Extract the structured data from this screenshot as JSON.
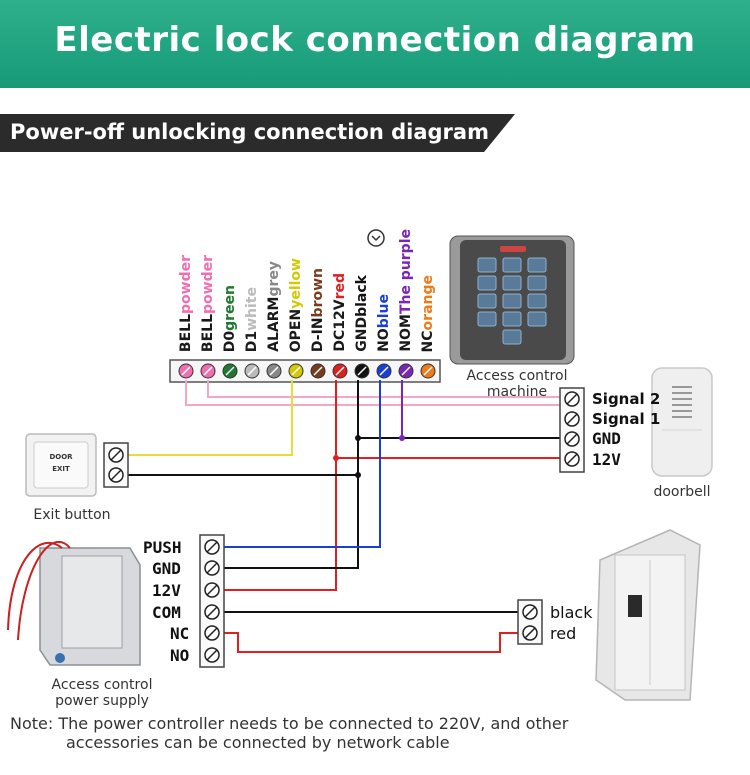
{
  "header": {
    "title": "Electric lock connection diagram"
  },
  "section": {
    "title": "Power-off unlocking connection diagram"
  },
  "terminal_strip": {
    "pins": [
      {
        "name": "BELL",
        "color_word": "powder",
        "color": "#f06fb0"
      },
      {
        "name": "BELL",
        "color_word": "powder",
        "color": "#f06fb0"
      },
      {
        "name": "D0",
        "color_word": "green",
        "color": "#1e7a2e"
      },
      {
        "name": "D1",
        "color_word": "white",
        "color": "#bbbbbb"
      },
      {
        "name": "ALARM",
        "color_word": "grey",
        "color": "#888888"
      },
      {
        "name": "OPEN",
        "color_word": "yellow",
        "color": "#d6c800"
      },
      {
        "name": "D-IN",
        "color_word": "brown",
        "color": "#7a3b1c"
      },
      {
        "name": "DC12V",
        "color_word": "red",
        "color": "#e02020"
      },
      {
        "name": "GND",
        "color_word": "black",
        "color": "#111111"
      },
      {
        "name": "NO",
        "color_word": "blue",
        "color": "#1a3fd6"
      },
      {
        "name": "NOM",
        "color_word": "The purple",
        "color": "#7a25b8"
      },
      {
        "name": "NC",
        "color_word": "orange",
        "color": "#f07a18"
      }
    ]
  },
  "access_control": {
    "caption_line1": "Access control",
    "caption_line2": "machine"
  },
  "doorbell": {
    "caption": "doorbell",
    "terminals": [
      "Signal 2",
      "Signal 1",
      "GND",
      "12V"
    ]
  },
  "exit_button": {
    "caption": "Exit button",
    "face_line1": "DOOR",
    "face_line2": "EXIT"
  },
  "power_supply": {
    "caption_line1": "Access control",
    "caption_line2": "power supply",
    "terminals": [
      "PUSH",
      "GND",
      "12V",
      "COM",
      "NC",
      "NO"
    ]
  },
  "lock": {
    "wires": [
      "black",
      "red"
    ]
  },
  "note": {
    "line1": "Note: The power controller needs to be connected to 220V, and other",
    "line2": "accessories can be connected by network cable"
  },
  "colors": {
    "banner": "#1fa883",
    "wire_pink": "#f2a6c8",
    "wire_yellow": "#e6dc3c",
    "wire_red": "#e02020",
    "wire_black": "#111111",
    "wire_blue": "#1a3fd6",
    "wire_purple": "#7a25b8",
    "wire_brown": "#7a3b1c"
  }
}
